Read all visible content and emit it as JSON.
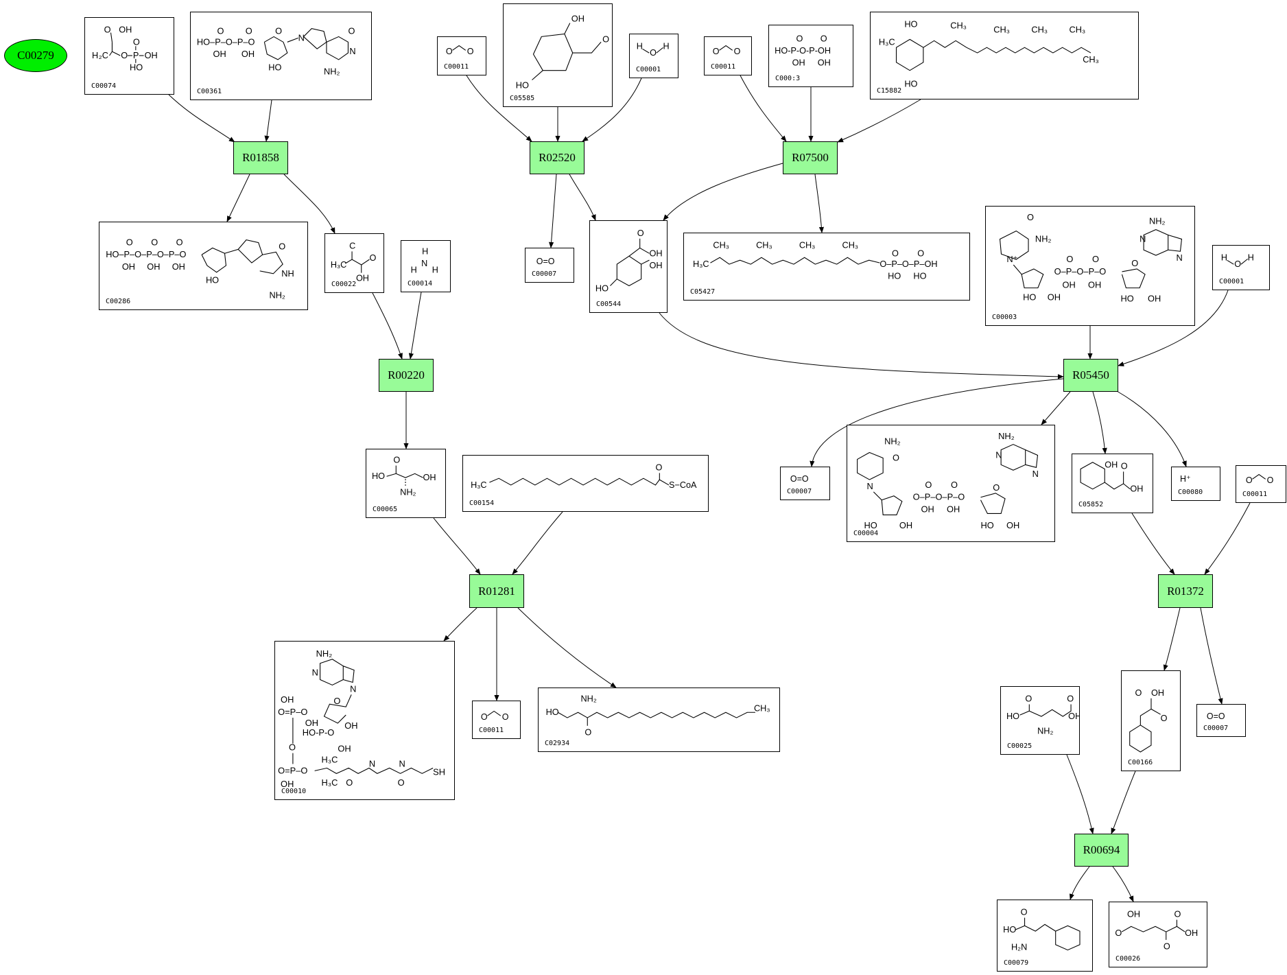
{
  "diagram": {
    "type": "metabolic-pathway-graph",
    "start_node": {
      "id": "C00279",
      "color": "#00ee00"
    },
    "reaction_color": "#98fb98",
    "reactions": [
      {
        "id": "R01858"
      },
      {
        "id": "R02520"
      },
      {
        "id": "R07500"
      },
      {
        "id": "R00220"
      },
      {
        "id": "R05450"
      },
      {
        "id": "R01281"
      },
      {
        "id": "R01372"
      },
      {
        "id": "R00694"
      }
    ],
    "compounds": [
      {
        "key": "c00074",
        "id": "C00074",
        "structure": "phosphoenolpyruvate"
      },
      {
        "key": "c00361",
        "id": "C00361",
        "structure": "dGDP"
      },
      {
        "key": "c00011a",
        "id": "C00011",
        "structure": "CO2"
      },
      {
        "key": "c05585",
        "id": "C05585",
        "structure": "gentisate aldehyde"
      },
      {
        "key": "c00001a",
        "id": "C00001",
        "structure": "H2O"
      },
      {
        "key": "c00011b",
        "id": "C00011",
        "structure": "CO2"
      },
      {
        "key": "c00013",
        "id": "C000:3",
        "structure": "diphosphate"
      },
      {
        "key": "c15882",
        "id": "C15882",
        "structure": "2-methyl-6-phytylhydroquinone"
      },
      {
        "key": "c00286",
        "id": "C00286",
        "structure": "dGTP"
      },
      {
        "key": "c00022",
        "id": "C00022",
        "structure": "pyruvate"
      },
      {
        "key": "c00014",
        "id": "C00014",
        "structure": "NH3"
      },
      {
        "key": "c00007a",
        "id": "C00007",
        "structure": "O2"
      },
      {
        "key": "c00544",
        "id": "C00544",
        "structure": "homogentisate"
      },
      {
        "key": "c05427",
        "id": "C05427",
        "structure": "phytyl diphosphate"
      },
      {
        "key": "c00003",
        "id": "C00003",
        "structure": "NAD+"
      },
      {
        "key": "c00001b",
        "id": "C00001",
        "structure": "H2O"
      },
      {
        "key": "c00065",
        "id": "C00065",
        "structure": "L-serine"
      },
      {
        "key": "c00154",
        "id": "C00154",
        "structure": "palmitoyl-CoA"
      },
      {
        "key": "c00007b",
        "id": "C00007",
        "structure": "O2"
      },
      {
        "key": "c00004",
        "id": "C00004",
        "structure": "NADH"
      },
      {
        "key": "c05852",
        "id": "C05852",
        "structure": "2-hydroxyphenylacetate"
      },
      {
        "key": "c00080",
        "id": "C00080",
        "structure": "H+"
      },
      {
        "key": "c00011c",
        "id": "C00011",
        "structure": "CO2"
      },
      {
        "key": "c00010",
        "id": "C00010",
        "structure": "CoA"
      },
      {
        "key": "c00011d",
        "id": "C00011",
        "structure": "CO2"
      },
      {
        "key": "c02934",
        "id": "C02934",
        "structure": "3-dehydrosphinganine"
      },
      {
        "key": "c00025",
        "id": "C00025",
        "structure": "L-glutamate"
      },
      {
        "key": "c00166",
        "id": "C00166",
        "structure": "phenylpyruvate"
      },
      {
        "key": "c00007c",
        "id": "C00007",
        "structure": "O2"
      },
      {
        "key": "c00079",
        "id": "C00079",
        "structure": "L-phenylalanine"
      },
      {
        "key": "c00026",
        "id": "C00026",
        "structure": "2-oxoglutarate"
      }
    ],
    "edges": [
      {
        "from": "c00074",
        "to": "R01858"
      },
      {
        "from": "c00361",
        "to": "R01858"
      },
      {
        "from": "R01858",
        "to": "c00286"
      },
      {
        "from": "R01858",
        "to": "c00022"
      },
      {
        "from": "c00011a",
        "to": "R02520"
      },
      {
        "from": "c05585",
        "to": "R02520"
      },
      {
        "from": "c00001a",
        "to": "R02520"
      },
      {
        "from": "R02520",
        "to": "c00007a"
      },
      {
        "from": "R02520",
        "to": "c00544"
      },
      {
        "from": "c00011b",
        "to": "R07500"
      },
      {
        "from": "c00013",
        "to": "R07500"
      },
      {
        "from": "c15882",
        "to": "R07500"
      },
      {
        "from": "R07500",
        "to": "c00544"
      },
      {
        "from": "R07500",
        "to": "c05427"
      },
      {
        "from": "c00022",
        "to": "R00220"
      },
      {
        "from": "c00014",
        "to": "R00220"
      },
      {
        "from": "R00220",
        "to": "c00065"
      },
      {
        "from": "c00544",
        "to": "R05450"
      },
      {
        "from": "c00003",
        "to": "R05450"
      },
      {
        "from": "c00001b",
        "to": "R05450"
      },
      {
        "from": "R05450",
        "to": "c00007b"
      },
      {
        "from": "R05450",
        "to": "c00004"
      },
      {
        "from": "R05450",
        "to": "c05852"
      },
      {
        "from": "R05450",
        "to": "c00080"
      },
      {
        "from": "c00065",
        "to": "R01281"
      },
      {
        "from": "c00154",
        "to": "R01281"
      },
      {
        "from": "R01281",
        "to": "c00010"
      },
      {
        "from": "R01281",
        "to": "c00011d"
      },
      {
        "from": "R01281",
        "to": "c02934"
      },
      {
        "from": "c05852",
        "to": "R01372"
      },
      {
        "from": "c00011c",
        "to": "R01372"
      },
      {
        "from": "R01372",
        "to": "c00166"
      },
      {
        "from": "R01372",
        "to": "c00007c"
      },
      {
        "from": "c00025",
        "to": "R00694"
      },
      {
        "from": "c00166",
        "to": "R00694"
      },
      {
        "from": "R00694",
        "to": "c00079"
      },
      {
        "from": "R00694",
        "to": "c00026"
      }
    ]
  },
  "labels": {
    "c00279": "C00279",
    "r01858": "R01858",
    "r02520": "R02520",
    "r07500": "R07500",
    "r00220": "R00220",
    "r05450": "R05450",
    "r01281": "R01281",
    "r01372": "R01372",
    "r00694": "R00694",
    "c00074": "C00074",
    "c00361": "C00361",
    "c00011a": "C00011",
    "c05585": "C05585",
    "c00001a": "C00001",
    "c00011b": "C00011",
    "c00013": "C000:3",
    "c15882": "C15882",
    "c00286": "C00286",
    "c00022": "C00022",
    "c00014": "C00014",
    "c00007a": "C00007",
    "c00544": "C00544",
    "c05427": "C05427",
    "c00003": "C00003",
    "c00001b": "C00001",
    "c00065": "C00065",
    "c00154": "C00154",
    "c00007b": "C00007",
    "c00004": "C00004",
    "c05852": "C05852",
    "c00080": "C00080",
    "c00011c": "C00011",
    "c00010": "C00010",
    "c00011d": "C00011",
    "c02934": "C02934",
    "c00025": "C00025",
    "c00166": "C00166",
    "c00007c": "C00007",
    "c00079": "C00079",
    "c00026": "C00026"
  },
  "formula_text": {
    "o2": "O=O",
    "hplus": "H⁺",
    "coa": "S−CoA",
    "h3c": "H₃C",
    "ch3": "CH₃",
    "nh2": "NH₂",
    "oh": "OH",
    "ho": "HO",
    "o": "O",
    "h": "H",
    "n": "N",
    "p": "P",
    "sh": "SH"
  }
}
